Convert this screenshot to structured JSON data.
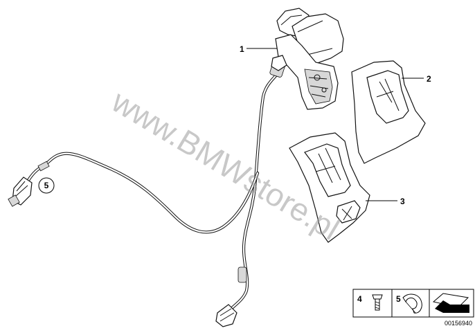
{
  "callouts": {
    "c1": "1",
    "c2": "2",
    "c3": "3",
    "c5": "5"
  },
  "legend": {
    "item4_label": "4",
    "item5_label": "5"
  },
  "watermark": "www.BMWstore.pl",
  "document_id": "00156940",
  "icons": {
    "screw": "screw-icon",
    "clip": "cable-clip-icon",
    "arrow": "arrow-symbol-icon"
  }
}
